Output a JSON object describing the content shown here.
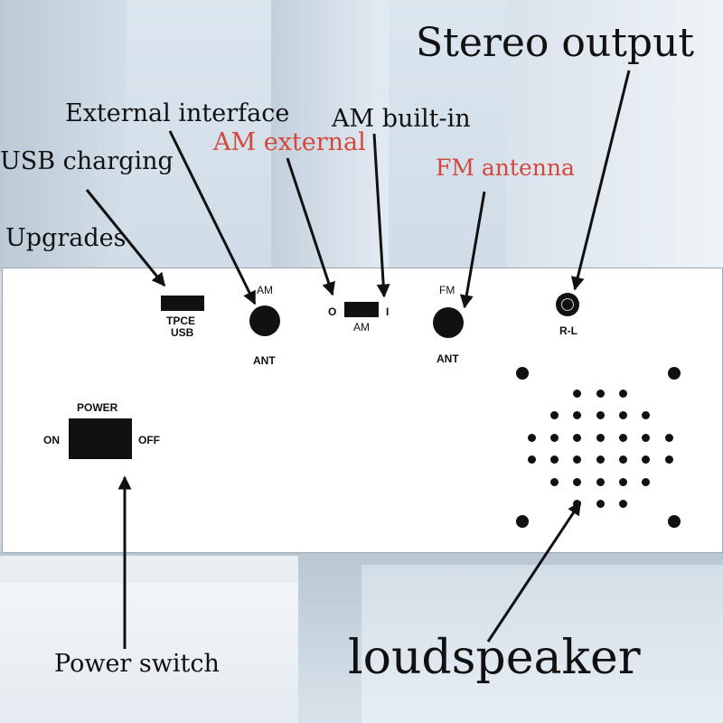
{
  "callouts": {
    "stereo_output": "Stereo output",
    "external_interface": "External interface",
    "am_built_in": "AM built-in",
    "am_external": "AM external",
    "usb_charging": "USB charging",
    "fm_antenna": "FM antenna",
    "upgrades": "Upgrades",
    "power_switch": "Power switch",
    "loudspeaker": "loudspeaker"
  },
  "panel": {
    "usb_label_1": "TPCE",
    "usb_label_2": "USB",
    "am_top": "AM",
    "am_ant": "ANT",
    "switch_o": "O",
    "switch_i": "I",
    "switch_am": "AM",
    "fm_top": "FM",
    "fm_ant": "ANT",
    "rl": "R-L",
    "power_title": "POWER",
    "power_on": "ON",
    "power_off": "OFF"
  },
  "colors": {
    "panel": "#ffffff",
    "red_label": "#d4483c",
    "ink": "#111111",
    "background": "#cfdbe6"
  }
}
